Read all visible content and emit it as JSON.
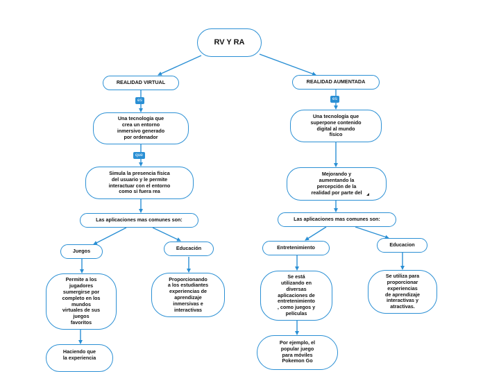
{
  "root": "RV Y RA",
  "left": {
    "title": "REALIDAD VIRTUAL",
    "link1": "es",
    "definition": "Una tecnología que\ncrea un entorno\ninmersivo generado\npor ordenador",
    "link2": "que",
    "simulates": "Simula la presencia física\ndel usuario y le permite\ninteractuar con el entorno\ncomo si fuera rea",
    "apps_heading": "Las aplicaciones mas comunes son:",
    "games": "Juegos",
    "education": "Educación",
    "games_detail": "Permite a los\njugadores\nsumergirse por\ncompleto en los\nmundos\nvirtuales de sus\njuegos\nfavoritos",
    "games_more": "Haciendo que\nla experiencia",
    "education_detail": "Proporcionando\na los estudiantes\nexperiencias de\naprendizaje\ninmersivas e\ninteractivas"
  },
  "right": {
    "title": "REALIDAD AUMENTADA",
    "link1": "es",
    "definition": "Una tecnología que\nsuperpone contenido\ndigital al mundo\nfísico",
    "enhancing": "Mejorando y\naumentando la\npercepción de la\nrealidad por parte del",
    "apps_heading": "Las aplicaciones mas comunes son:",
    "entertainment": "Entretenimiento",
    "education": "Educacion",
    "entertainment_detail": "Se está\nutilizando en\ndiversas\naplicaciones de\nentretenimiento\n, como juegos y\npelículas",
    "entertainment_example": "Por ejemplo, el\npopular juego\npara móviles\nPokemon Go",
    "education_detail": "Se utiliza para\nproporcionar\nexperiencias\nde aprendizaje\ninteractivas y\natractivas."
  },
  "colors": {
    "accent": "#2a8fd4",
    "text": "#111111",
    "background": "#ffffff"
  }
}
